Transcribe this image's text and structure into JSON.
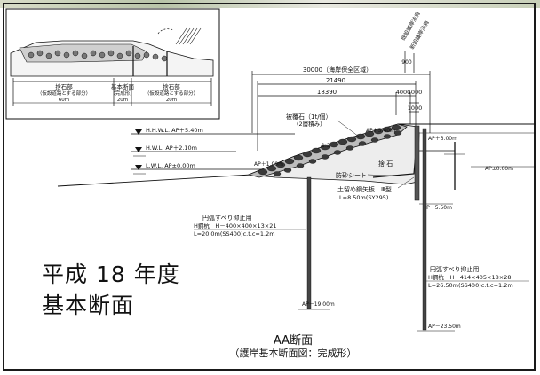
{
  "overview": {
    "label_left_top": "捨石部",
    "label_left_sub": "（仮設道路とする部分）",
    "label_left_len": "60m",
    "label_mid_top": "基本断面",
    "label_mid_sub": "（完成形）",
    "label_mid_len": "20m",
    "label_right_top": "捨石部",
    "label_right_sub": "（仮設道路とする部分）",
    "label_right_len": "20m"
  },
  "dimensions": {
    "coastal_zone": "30000（海岸保全区域）",
    "d21490": "21490",
    "d18390": "18390",
    "d4000": "4000",
    "d1000a": "1000",
    "d1000b": "1000",
    "d900": "900"
  },
  "labels": {
    "hhwl": "H.H.W.L.  AP＋5.40m",
    "hwl": "H.W.L.  AP＋2.10m",
    "lwl": "L.W.L.  AP±0.00m",
    "cover_stone": "被覆石（1t/個）",
    "cover_stone_sub": "（2層積み）",
    "ap_540": "AP＋5.40m",
    "ap_300": "AP＋3.00m",
    "ap_000": "AP±0.00m",
    "ap_100": "AP＋1.00m",
    "slope": "1:3",
    "rubble": "捨 石",
    "sand_sheet": "防砂シート",
    "sheet_pile": "土留め鋼矢板　Ⅲ型",
    "sheet_pile_len": "L=8.50m(SY295)",
    "ap_m550": "AP－5.50m",
    "left_pile_title": "円弧すべり抑止用",
    "left_pile_spec": "H鋼杭　H－400×400×13×21",
    "left_pile_len": "L=20.0m(SS400)c.t.c=1.2m",
    "ap_m1900": "AP－19.00m",
    "right_pile_title": "円弧すべり抑止用",
    "right_pile_spec": "H鋼杭　H－414×405×18×28",
    "right_pile_len": "L=26.50m(SS400)c.t.c=1.2m",
    "ap_m2350": "AP－23.50m",
    "top_note1": "既設護岸法肩",
    "top_note2": "新設護岸法肩"
  },
  "title": {
    "line1": "平成 18 年度",
    "line2": "基本断面"
  },
  "caption": {
    "line1": "AA断面",
    "line2": "（護岸基本断面図：完成形）"
  }
}
